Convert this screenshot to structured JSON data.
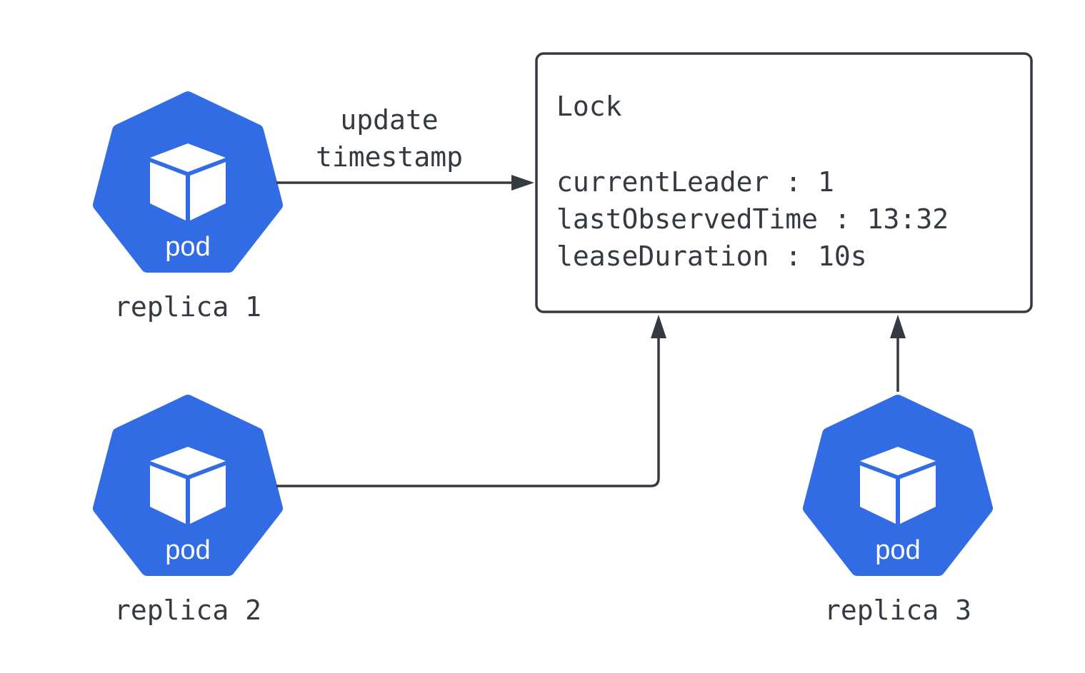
{
  "colors": {
    "pod_fill": "#326ce5",
    "stroke": "#353a42",
    "text": "#353a42",
    "background": "#ffffff"
  },
  "pods": [
    {
      "icon": "kubernetes-pod-icon",
      "label": "pod",
      "name": "replica 1"
    },
    {
      "icon": "kubernetes-pod-icon",
      "label": "pod",
      "name": "replica 2"
    },
    {
      "icon": "kubernetes-pod-icon",
      "label": "pod",
      "name": "replica 3"
    }
  ],
  "arrow_label": {
    "line1": "update",
    "line2": "timestamp"
  },
  "lock": {
    "title": "Lock",
    "fields": [
      "currentLeader : 1",
      "lastObservedTime : 13:32",
      "leaseDuration : 10s"
    ]
  }
}
